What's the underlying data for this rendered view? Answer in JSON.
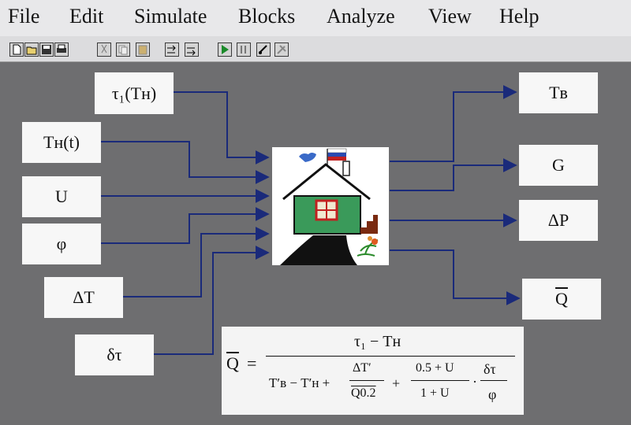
{
  "menu": {
    "file": "File",
    "edit": "Edit",
    "simulate": "Simulate",
    "blocks": "Blocks",
    "analyze": "Analyze",
    "view": "View",
    "help": "Help"
  },
  "toolbar": {
    "buttons": [
      "new-icon",
      "open-icon",
      "save-icon",
      "print-icon",
      "cut-icon",
      "copy-icon",
      "paste-icon",
      "step-icon",
      "step-back-icon",
      "play-icon",
      "pause-icon",
      "stop-icon",
      "tools-icon"
    ]
  },
  "inputs": {
    "tau1": "τ₁(Tн)",
    "tn_t": "Tн(t)",
    "u": "U",
    "phi": "φ",
    "delta_t": "ΔT",
    "delta_tau": "δτ"
  },
  "outputs": {
    "tv": "Tв",
    "g": "G",
    "delta_p": "ΔP",
    "q": "Q"
  },
  "formula": {
    "lhs": "Q",
    "equals": "=",
    "numerator": "τ₁  − Tн",
    "den_part1": "T′в − T′н +",
    "frac1_num": "ΔT′",
    "frac1_den": "Q0.2",
    "plus2": "+",
    "frac2_num": "0.5 + U",
    "frac2_den": "1 + U",
    "dot": "·",
    "frac3_num": "δτ",
    "frac3_den": "φ"
  },
  "colors": {
    "wire": "#1a2a7a",
    "canvas": "#6e6e70",
    "house_wall": "#3a9a5a",
    "house_roof": "#ffffff"
  }
}
